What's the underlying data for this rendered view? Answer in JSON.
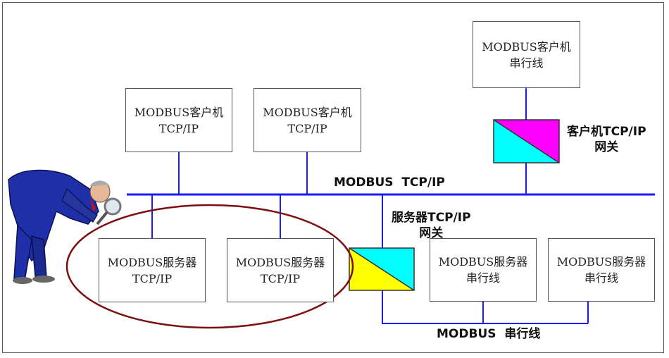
{
  "bus": {
    "tcp_label": "MODBUS  TCP/IP",
    "serial_label": "MODBUS  串行线"
  },
  "client_tcp_1": {
    "line1": "MODBUS客户机",
    "line2": "TCP/IP"
  },
  "client_tcp_2": {
    "line1": "MODBUS客户机",
    "line2": "TCP/IP"
  },
  "client_serial": {
    "line1": "MODBUS客户机",
    "line2": "串行线"
  },
  "server_tcp_1": {
    "line1": "MODBUS服务器",
    "line2": "TCP/IP"
  },
  "server_tcp_2": {
    "line1": "MODBUS服务器",
    "line2": "TCP/IP"
  },
  "server_serial_1": {
    "line1": "MODBUS服务器",
    "line2": "串行线"
  },
  "server_serial_2": {
    "line1": "MODBUS服务器",
    "line2": "串行线"
  },
  "client_gateway": {
    "line1": "客户机TCP/IP",
    "line2": "网关",
    "color_top": "#ff00ff",
    "color_bottom": "#00ffff"
  },
  "server_gateway": {
    "line1": "服务器TCP/IP",
    "line2": "网关",
    "color_top": "#00ffff",
    "color_bottom": "#ffff00"
  },
  "colors": {
    "bus": "#1a1aff",
    "ellipse": "#7a1010",
    "figure": "#1a2a9a"
  }
}
